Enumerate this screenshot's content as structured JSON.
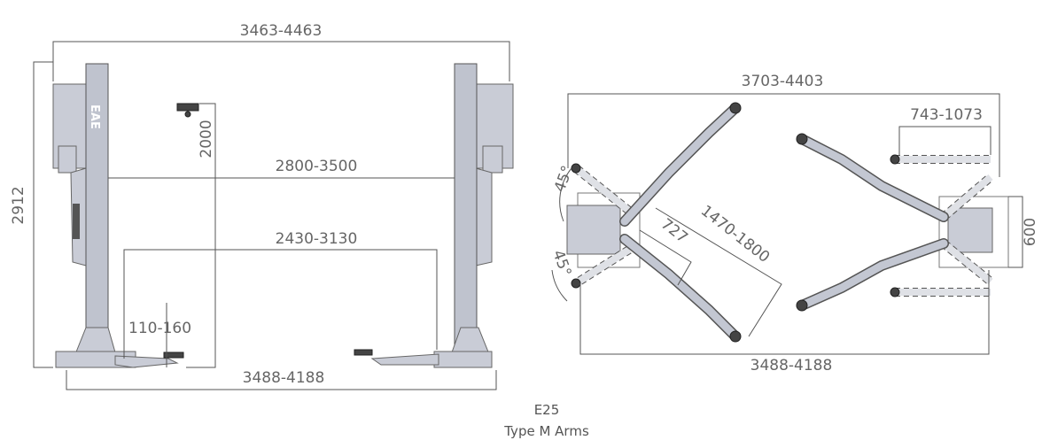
{
  "title": "E25",
  "subtitle": "Type M Arms",
  "brand_logo_text": "EAE",
  "front_view": {
    "overall_width": "3463-4463",
    "height": "2912",
    "pad_height": "2000",
    "inner_width_top": "2800-3500",
    "inner_width_bottom": "2430-3130",
    "min_pad_height": "110-160",
    "base_width": "3488-4188"
  },
  "top_view": {
    "overall_width": "3703-4403",
    "short_arm_range": "743-1073",
    "base_depth": "600",
    "long_arm_range": "1470-1800",
    "short_arm_min": "727",
    "swing_angle_top": "45°",
    "swing_angle_bottom": "45°",
    "base_width": "3488-4188"
  }
}
